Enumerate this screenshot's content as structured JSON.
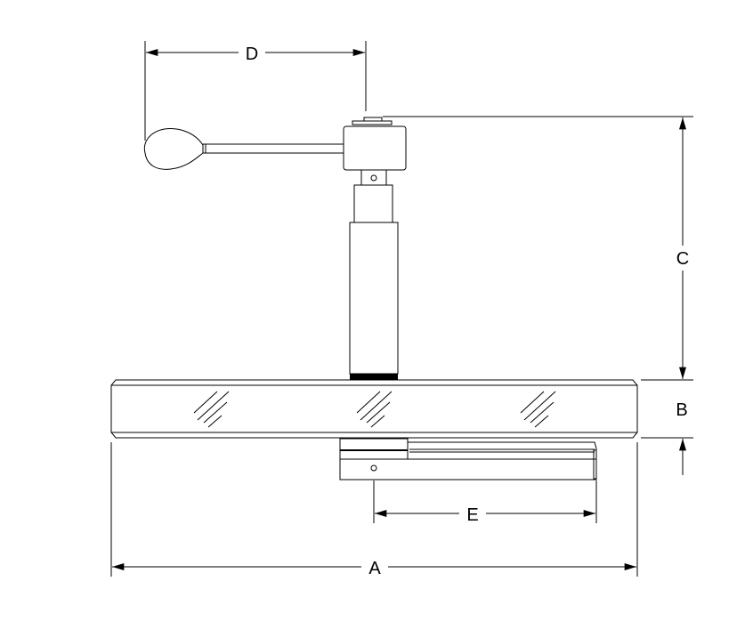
{
  "diagram": {
    "dimension_labels": {
      "A": "A",
      "B": "B",
      "C": "C",
      "D": "D",
      "E": "E"
    },
    "line_color": "#000000",
    "background": "#ffffff"
  }
}
